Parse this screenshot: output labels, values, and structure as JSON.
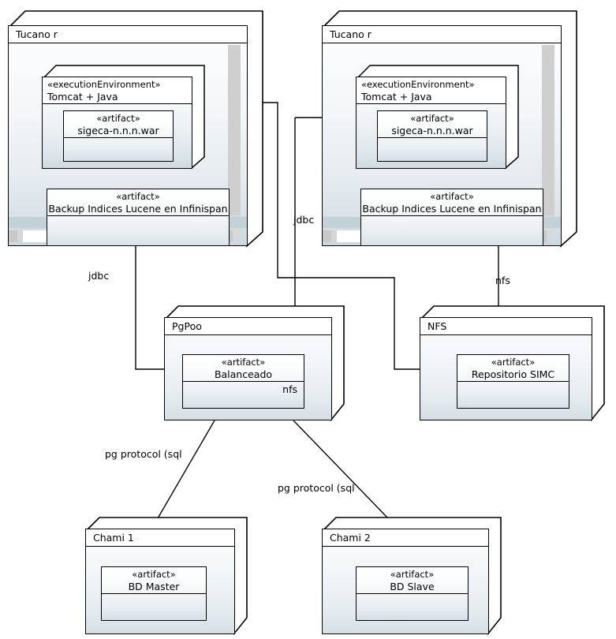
{
  "diagram": {
    "type": "uml-deployment-diagram",
    "title": "",
    "nodes": [
      {
        "id": "tucano-left",
        "name": "Tucano r",
        "stereotype": "",
        "children": [
          {
            "id": "exec-env-left",
            "stereotype": "«executionEnvironment»",
            "name": "Tomcat + Java",
            "artifacts": [
              {
                "id": "sigeca-war-left",
                "stereotype": "«artifact»",
                "name": "sigeca-n.n.n.war",
                "extra": ""
              }
            ]
          }
        ],
        "artifacts": [
          {
            "id": "backup-left",
            "stereotype": "«artifact»",
            "name": "Backup Indices Lucene en Infinispan",
            "extra": ""
          }
        ]
      },
      {
        "id": "tucano-right",
        "name": "Tucano r",
        "stereotype": "",
        "children": [
          {
            "id": "exec-env-right",
            "stereotype": "«executionEnvironment»",
            "name": "Tomcat + Java",
            "artifacts": [
              {
                "id": "sigeca-war-right",
                "stereotype": "«artifact»",
                "name": "sigeca-n.n.n.war",
                "extra": ""
              }
            ]
          }
        ],
        "artifacts": [
          {
            "id": "backup-right",
            "stereotype": "«artifact»",
            "name": "Backup Indices Lucene en Infinispan",
            "extra": ""
          }
        ]
      },
      {
        "id": "pgpool",
        "name": "PgPoo",
        "stereotype": "",
        "children": [],
        "artifacts": [
          {
            "id": "balanceado",
            "stereotype": "«artifact»",
            "name": "Balanceado",
            "extra": "nfs"
          }
        ]
      },
      {
        "id": "nfs",
        "name": "NFS",
        "stereotype": "",
        "children": [],
        "artifacts": [
          {
            "id": "repositorio",
            "stereotype": "«artifact»",
            "name": "Repositorio SIMC",
            "extra": ""
          }
        ]
      },
      {
        "id": "chami1",
        "name": "Chami 1",
        "stereotype": "",
        "children": [],
        "artifacts": [
          {
            "id": "bd-master",
            "stereotype": "«artifact»",
            "name": "BD Master",
            "extra": ""
          }
        ]
      },
      {
        "id": "chami2",
        "name": "Chami 2",
        "stereotype": "",
        "children": [],
        "artifacts": [
          {
            "id": "bd-slave",
            "stereotype": "«artifact»",
            "name": "BD Slave",
            "extra": ""
          }
        ]
      }
    ],
    "edges": [
      {
        "id": "edge-jdbc-left",
        "label": "jdbc",
        "from": "tucano-left",
        "to": "pgpool"
      },
      {
        "id": "edge-jdbc-right",
        "label": "jdbc",
        "from": "tucano-right",
        "to": "pgpool"
      },
      {
        "id": "edge-nfs-right",
        "label": "nfs",
        "from": "tucano-right",
        "to": "nfs"
      },
      {
        "id": "edge-nfs-left",
        "label": "",
        "from": "tucano-left",
        "to": "nfs"
      },
      {
        "id": "edge-pg-1",
        "label": "pg protocol (sql",
        "from": "pgpool",
        "to": "chami1"
      },
      {
        "id": "edge-pg-2",
        "label": "pg protocol (sql",
        "from": "pgpool",
        "to": "chami2"
      }
    ],
    "colors": {
      "stroke": "#000000",
      "node_fill_top": "#fdfdfe",
      "node_fill_bottom": "#ccd9e0",
      "artifact_fill_top": "#ffffff",
      "artifact_fill_bottom": "#d3dee4",
      "header_fill": "#ffffff",
      "scrollbar": "#d6d6d6",
      "strip": "#c3d2d9",
      "canvas": "#ffffff"
    }
  }
}
